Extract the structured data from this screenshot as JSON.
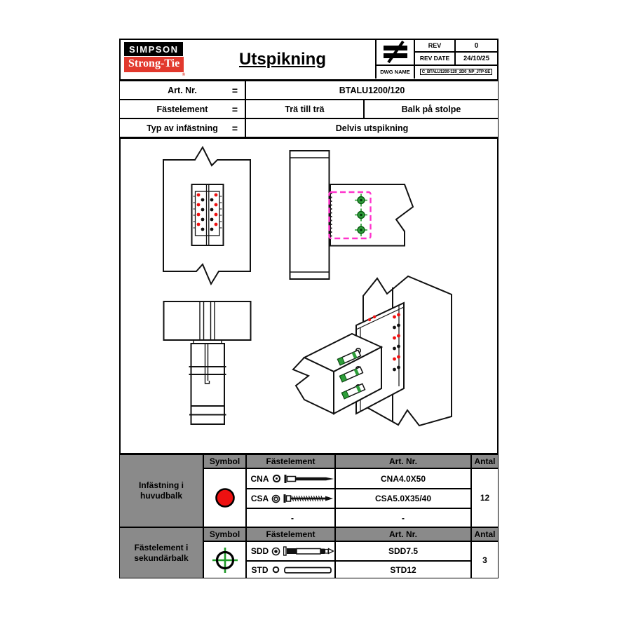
{
  "header": {
    "logo": {
      "line1": "SIMPSON",
      "line2": "Strong-Tie",
      "reg": "®"
    },
    "title": "Utspikning",
    "rev": {
      "label": "REV",
      "value": "0"
    },
    "rev_date": {
      "label": "REV DATE",
      "value": "24/10/25"
    },
    "dwg": {
      "label": "DWG NAME",
      "value": "C_BTALU1200-120_2D0_NP_JTP-SE"
    }
  },
  "info": {
    "rows": [
      {
        "label": "Art. Nr.",
        "eq": "=",
        "value": "BTALU1200/120"
      },
      {
        "label": "Fästelement",
        "eq": "=",
        "value1": "Trä till trä",
        "value2": "Balk på stolpe"
      },
      {
        "label": "Typ av infästning",
        "eq": "=",
        "value": "Delvis utspikning"
      }
    ]
  },
  "fastener_tables": [
    {
      "group": "Infästning i huvudbalk",
      "col_symbol": "Symbol",
      "col_fastener": "Fästelement",
      "col_artnr": "Art. Nr.",
      "col_qty": "Antal",
      "symbol": "red-filled-circle",
      "symbol_color": "#ee1111",
      "rows": [
        {
          "code": "CNA",
          "artnr": "CNA4.0X50"
        },
        {
          "code": "CSA",
          "artnr": "CSA5.0X35/40"
        },
        {
          "code": "-",
          "artnr": "-"
        }
      ],
      "qty": "12"
    },
    {
      "group": "Fästelement i sekundärbalk",
      "col_symbol": "Symbol",
      "col_fastener": "Fästelement",
      "col_artnr": "Art. Nr.",
      "col_qty": "Antal",
      "symbol": "green-crosshair-circle",
      "symbol_color": "#1f9a28",
      "rows": [
        {
          "code": "SDD",
          "artnr": "SDD7.5"
        },
        {
          "code": "STD",
          "artnr": "STD12"
        }
      ],
      "qty": "3"
    }
  ],
  "drawing": {
    "colors": {
      "line": "#111111",
      "nail_red": "#ee1111",
      "nail_black": "#111111",
      "fastener_green": "#2e9e3a",
      "connector_outline_magenta": "#ff33cc"
    }
  }
}
